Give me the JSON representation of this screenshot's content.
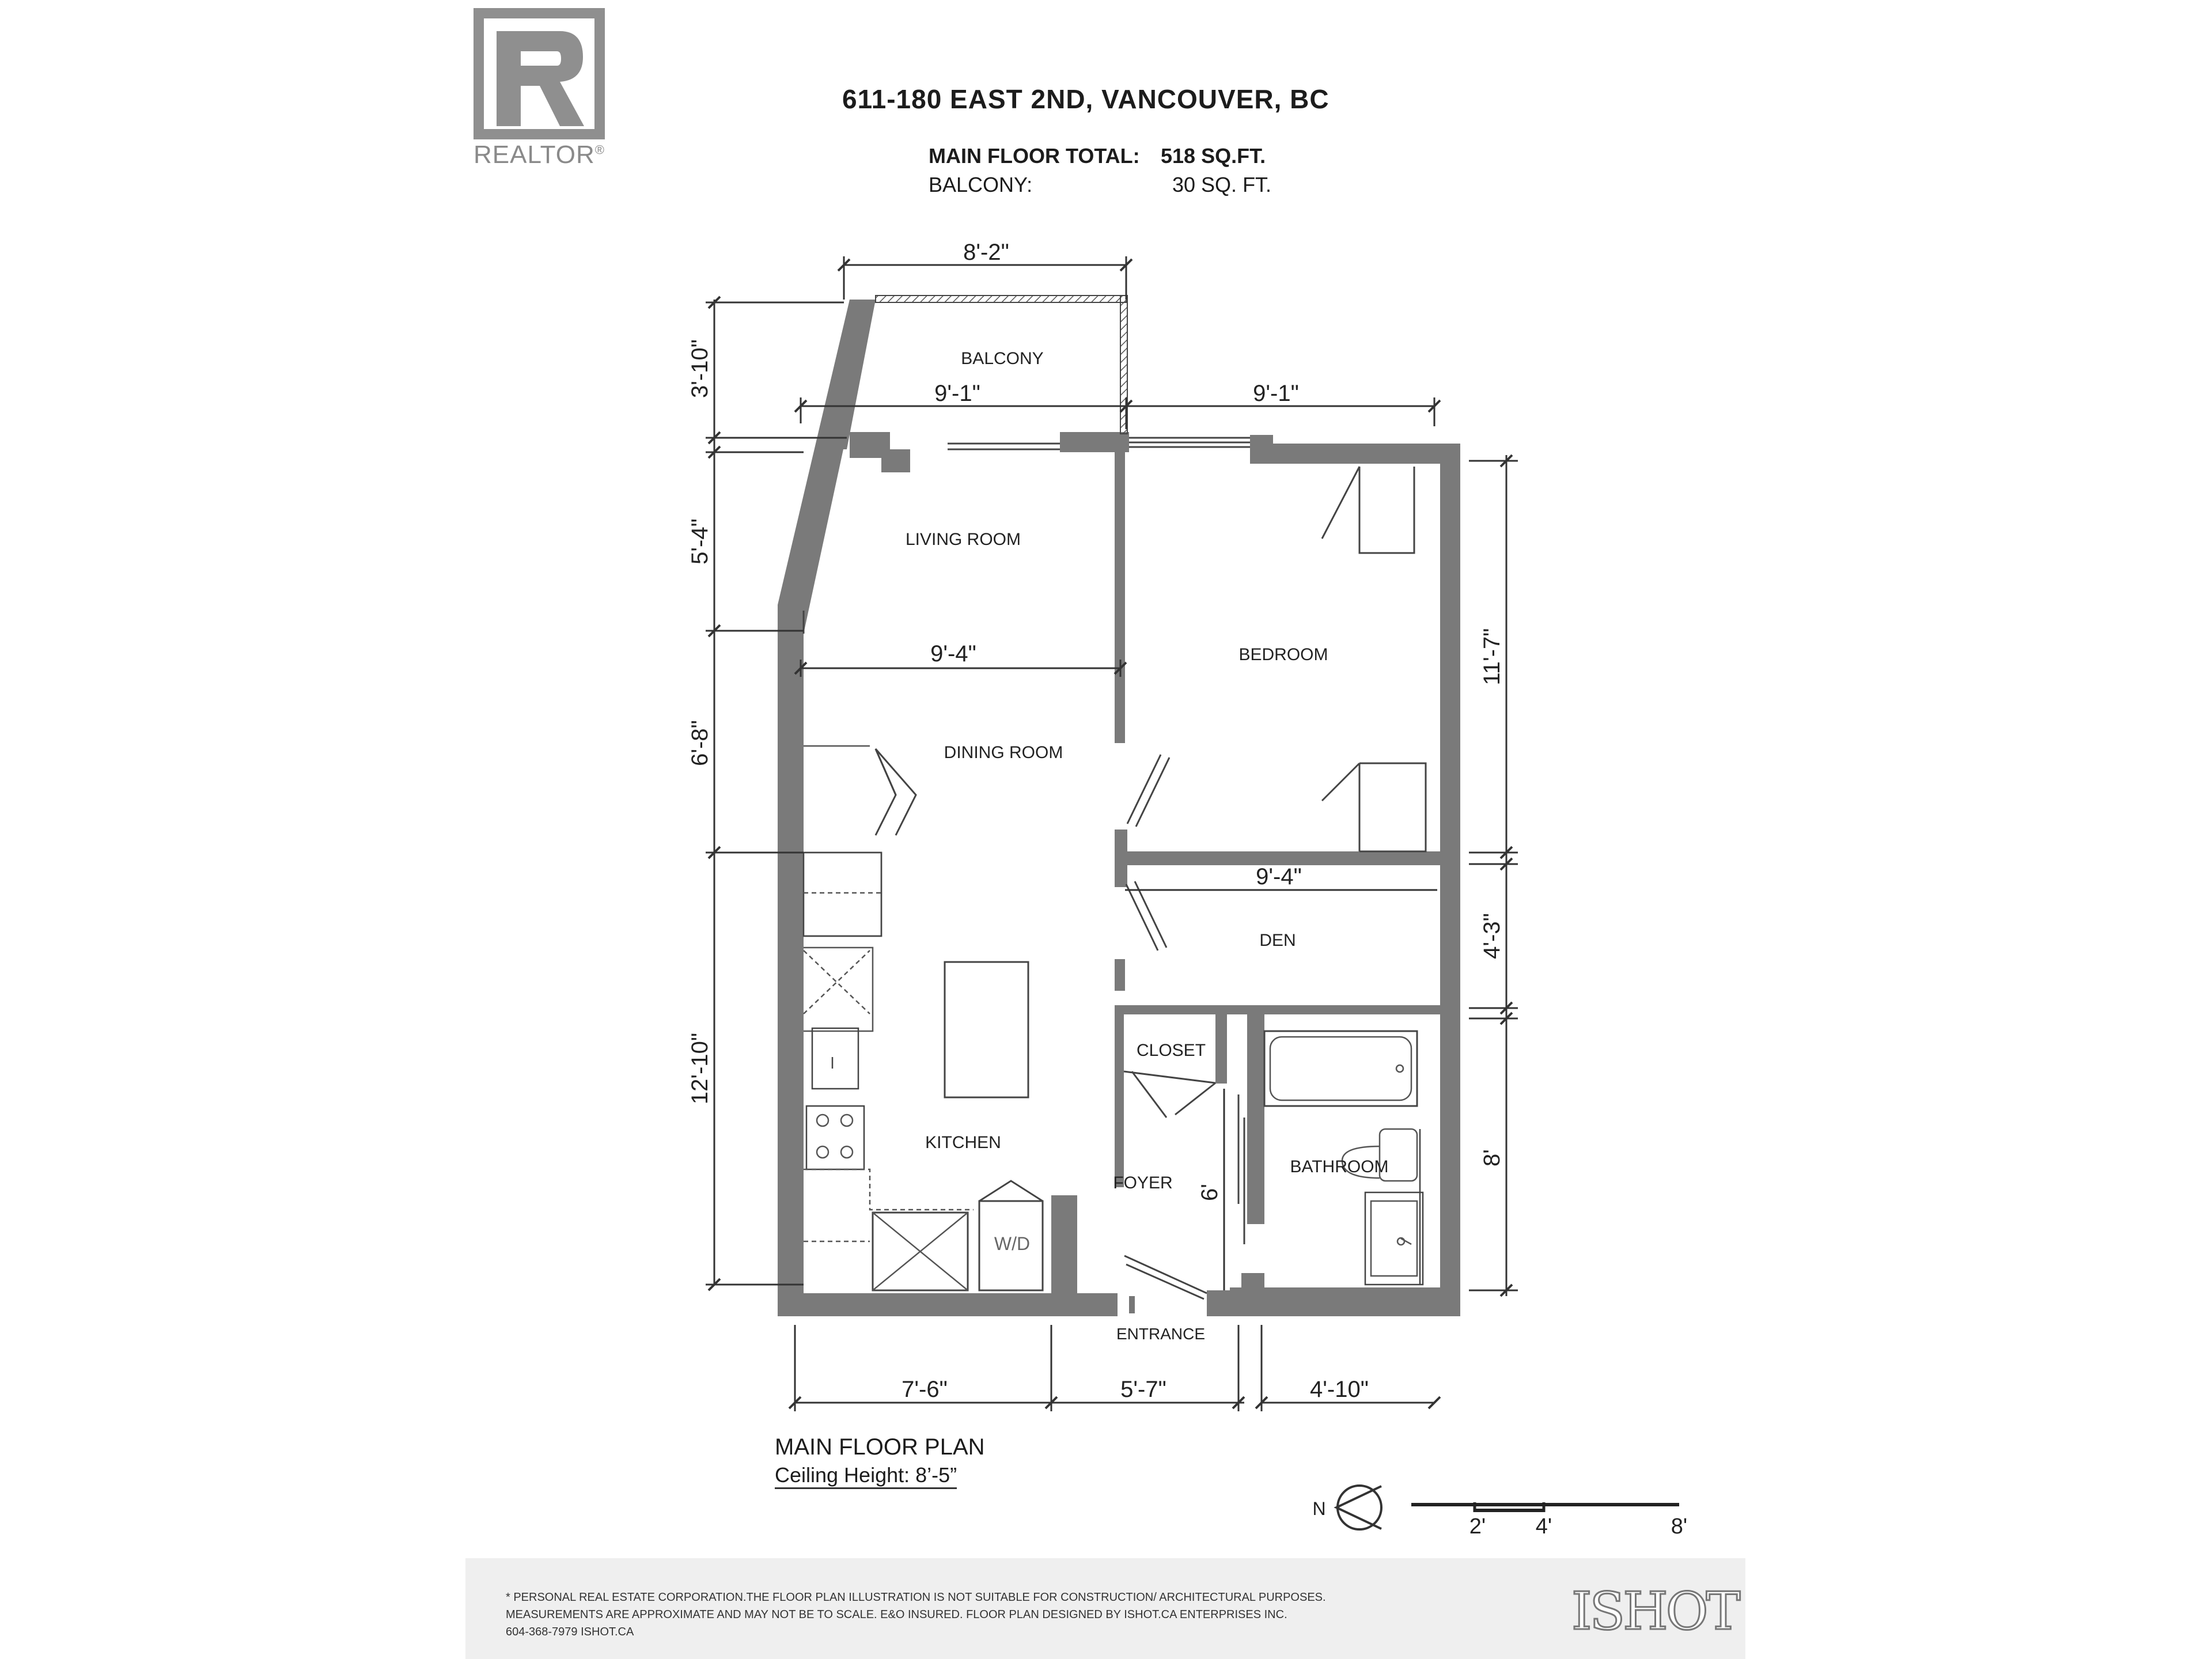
{
  "logo": {
    "text": "REALTOR",
    "mark": "®"
  },
  "header": {
    "title": "611-180 EAST 2ND, VANCOUVER, BC",
    "main_floor_label": "MAIN FLOOR TOTAL:",
    "main_floor_value": "518 SQ.FT.",
    "balcony_label": "BALCONY:",
    "balcony_value": "30 SQ. FT."
  },
  "rooms": {
    "balcony": "BALCONY",
    "living": "LIVING ROOM",
    "dining": "DINING ROOM",
    "bedroom": "BEDROOM",
    "den": "DEN",
    "closet": "CLOSET",
    "kitchen": "KITCHEN",
    "foyer": "FOYER",
    "bathroom": "BATHROOM",
    "wd": "W/D",
    "entrance": "ENTRANCE"
  },
  "dimensions": {
    "balcony_width": "8'-2\"",
    "balcony_depth": "3'-10\"",
    "living_width": "9'-1\"",
    "bedroom_width": "9'-1\"",
    "living_depth": "5'-4\"",
    "dining_width": "9'-4\"",
    "bedroom_depth": "11'-7\"",
    "dining_depth": "6'-8\"",
    "den_width": "9'-4\"",
    "den_depth": "4'-3\"",
    "kitchen_depth": "12'-10\"",
    "bath_depth": "8'",
    "foyer_depth": "6'",
    "bottom_left": "7'-6\"",
    "bottom_mid": "5'-7\"",
    "bottom_right": "4'-10\""
  },
  "plan_info": {
    "title": "MAIN FLOOR PLAN",
    "ceiling": "Ceiling Height: 8’-5”"
  },
  "north": "N",
  "scale": {
    "tick1": "2'",
    "tick2": "4'",
    "tick3": "8'"
  },
  "footer": {
    "line1": "* PERSONAL REAL ESTATE CORPORATION.THE FLOOR PLAN ILLUSTRATION IS NOT SUITABLE FOR CONSTRUCTION/ ARCHITECTURAL PURPOSES.",
    "line2": "MEASUREMENTS ARE APPROXIMATE AND MAY NOT BE TO SCALE. E&O INSURED. FLOOR PLAN DESIGNED BY ISHOT.CA ENTERPRISES INC.",
    "line3": "604-368-7979  ISHOT.CA",
    "brand": "ISHOT"
  }
}
